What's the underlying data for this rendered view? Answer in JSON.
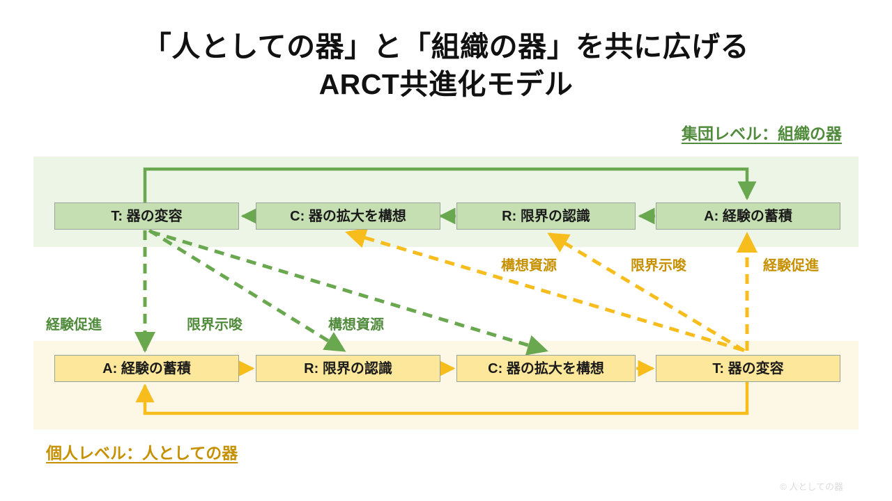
{
  "title": {
    "line1": "「人としての器」と「組織の器」を共に広げる",
    "line2": "ARCT共進化モデル"
  },
  "levels": {
    "group": {
      "caption": "集団レベル：組織の器",
      "color": "#4f8b3b",
      "band_color": "#edf5e7",
      "node_fill": "#c5dfb3",
      "flow_direction": "right-to-left",
      "nodes": [
        {
          "id": "g-t",
          "label": "T: 器の変容"
        },
        {
          "id": "g-c",
          "label": "C: 器の拡大を構想"
        },
        {
          "id": "g-r",
          "label": "R: 限界の認識"
        },
        {
          "id": "g-a",
          "label": "A: 経験の蓄積"
        }
      ]
    },
    "individual": {
      "caption": "個人レベル：人としての器",
      "color": "#c79000",
      "band_color": "#fdf7e6",
      "node_fill": "#fde79a",
      "flow_direction": "left-to-right",
      "nodes": [
        {
          "id": "i-a",
          "label": "A: 経験の蓄積"
        },
        {
          "id": "i-r",
          "label": "R: 限界の認識"
        },
        {
          "id": "i-c",
          "label": "C: 器の拡大を構想"
        },
        {
          "id": "i-t",
          "label": "T: 器の変容"
        }
      ]
    }
  },
  "cross_links": {
    "upward": {
      "color": "#f6bd1c",
      "note": "個人T → 集団C / 集団R / 集団A",
      "labels": [
        {
          "id": "lbl-u-c",
          "text": "構想資源"
        },
        {
          "id": "lbl-u-r",
          "text": "限界示唆"
        },
        {
          "id": "lbl-u-a",
          "text": "経験促進"
        }
      ]
    },
    "downward": {
      "color": "#6aa84f",
      "note": "集団T → 個人A / 個人R / 個人C",
      "labels": [
        {
          "id": "lbl-d-a",
          "text": "経験促進"
        },
        {
          "id": "lbl-d-r",
          "text": "限界示唆"
        },
        {
          "id": "lbl-d-c",
          "text": "構想資源"
        }
      ]
    }
  },
  "footer": {
    "credit": "© 人としての器"
  }
}
